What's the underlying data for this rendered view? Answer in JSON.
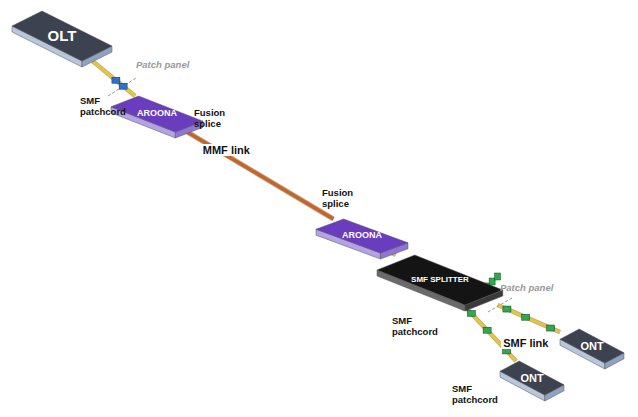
{
  "diagram": {
    "nodes": [
      {
        "text": [
          "OLT"
        ]
      },
      {
        "text": [
          "AROONA"
        ]
      },
      {
        "text": [
          "AROONA"
        ]
      },
      {
        "text": [
          "SMF SPLITTER"
        ]
      },
      {
        "text": [
          "ONT"
        ]
      },
      {
        "text": [
          "ONT"
        ]
      }
    ],
    "edges": [
      {
        "from": 0,
        "to": 1,
        "arrow": "none"
      },
      {
        "from": 1,
        "to": 2,
        "arrow": "none",
        "label": "MMF link"
      },
      {
        "from": 2,
        "to": 3,
        "arrow": "none"
      },
      {
        "from": 3,
        "to": 4,
        "arrow": "none"
      },
      {
        "from": 3,
        "to": 5,
        "arrow": "none",
        "label": "SMF link"
      }
    ],
    "labels": [
      "Patch panel",
      "SMF patchcord",
      "Fusion splice",
      "Fusion splice",
      "Patch panel",
      "SMF patchcord",
      "SMF patchcord"
    ]
  }
}
